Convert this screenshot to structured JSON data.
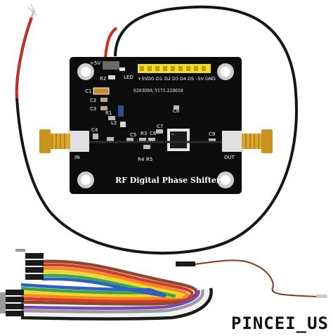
{
  "board": {
    "title": "RF Digital Phase Shifter",
    "serial": "620309A_Y171-220618",
    "pin_labels": [
      "+5V",
      "D0",
      "D1",
      "D2",
      "D3",
      "D4",
      "D5",
      "-5V",
      "GND"
    ],
    "power_label": "+5V",
    "led_label": "LED",
    "port_in": "IN",
    "port_out": "OUT",
    "refs": {
      "r2": "R2",
      "c1": "C1",
      "c2": "C2",
      "c3": "C3",
      "r1": "R1",
      "l2": "L2",
      "c4": "C4",
      "c5": "C5",
      "r3": "R3",
      "c6": "C6",
      "c7": "C7",
      "c8": "C8",
      "c9": "C9",
      "r4": "R4",
      "r5": "R5"
    }
  },
  "watermark": "PINCEI_US",
  "colors": {
    "pcb": "#0c0c0c",
    "header_pins": "#f2dc2a",
    "sma_gold": "#d9a62f",
    "cable_red": "#d12a20",
    "cable_black": "#151515",
    "jumper_wire": "#7a3a22",
    "ribbon": [
      "#8b4a2b",
      "#d63a2a",
      "#f08a24",
      "#f4d32a",
      "#3aa84a",
      "#2f5fc4",
      "#7b4bb4",
      "#9c9c9c",
      "#f2f2f2",
      "#1a1a1a"
    ]
  }
}
